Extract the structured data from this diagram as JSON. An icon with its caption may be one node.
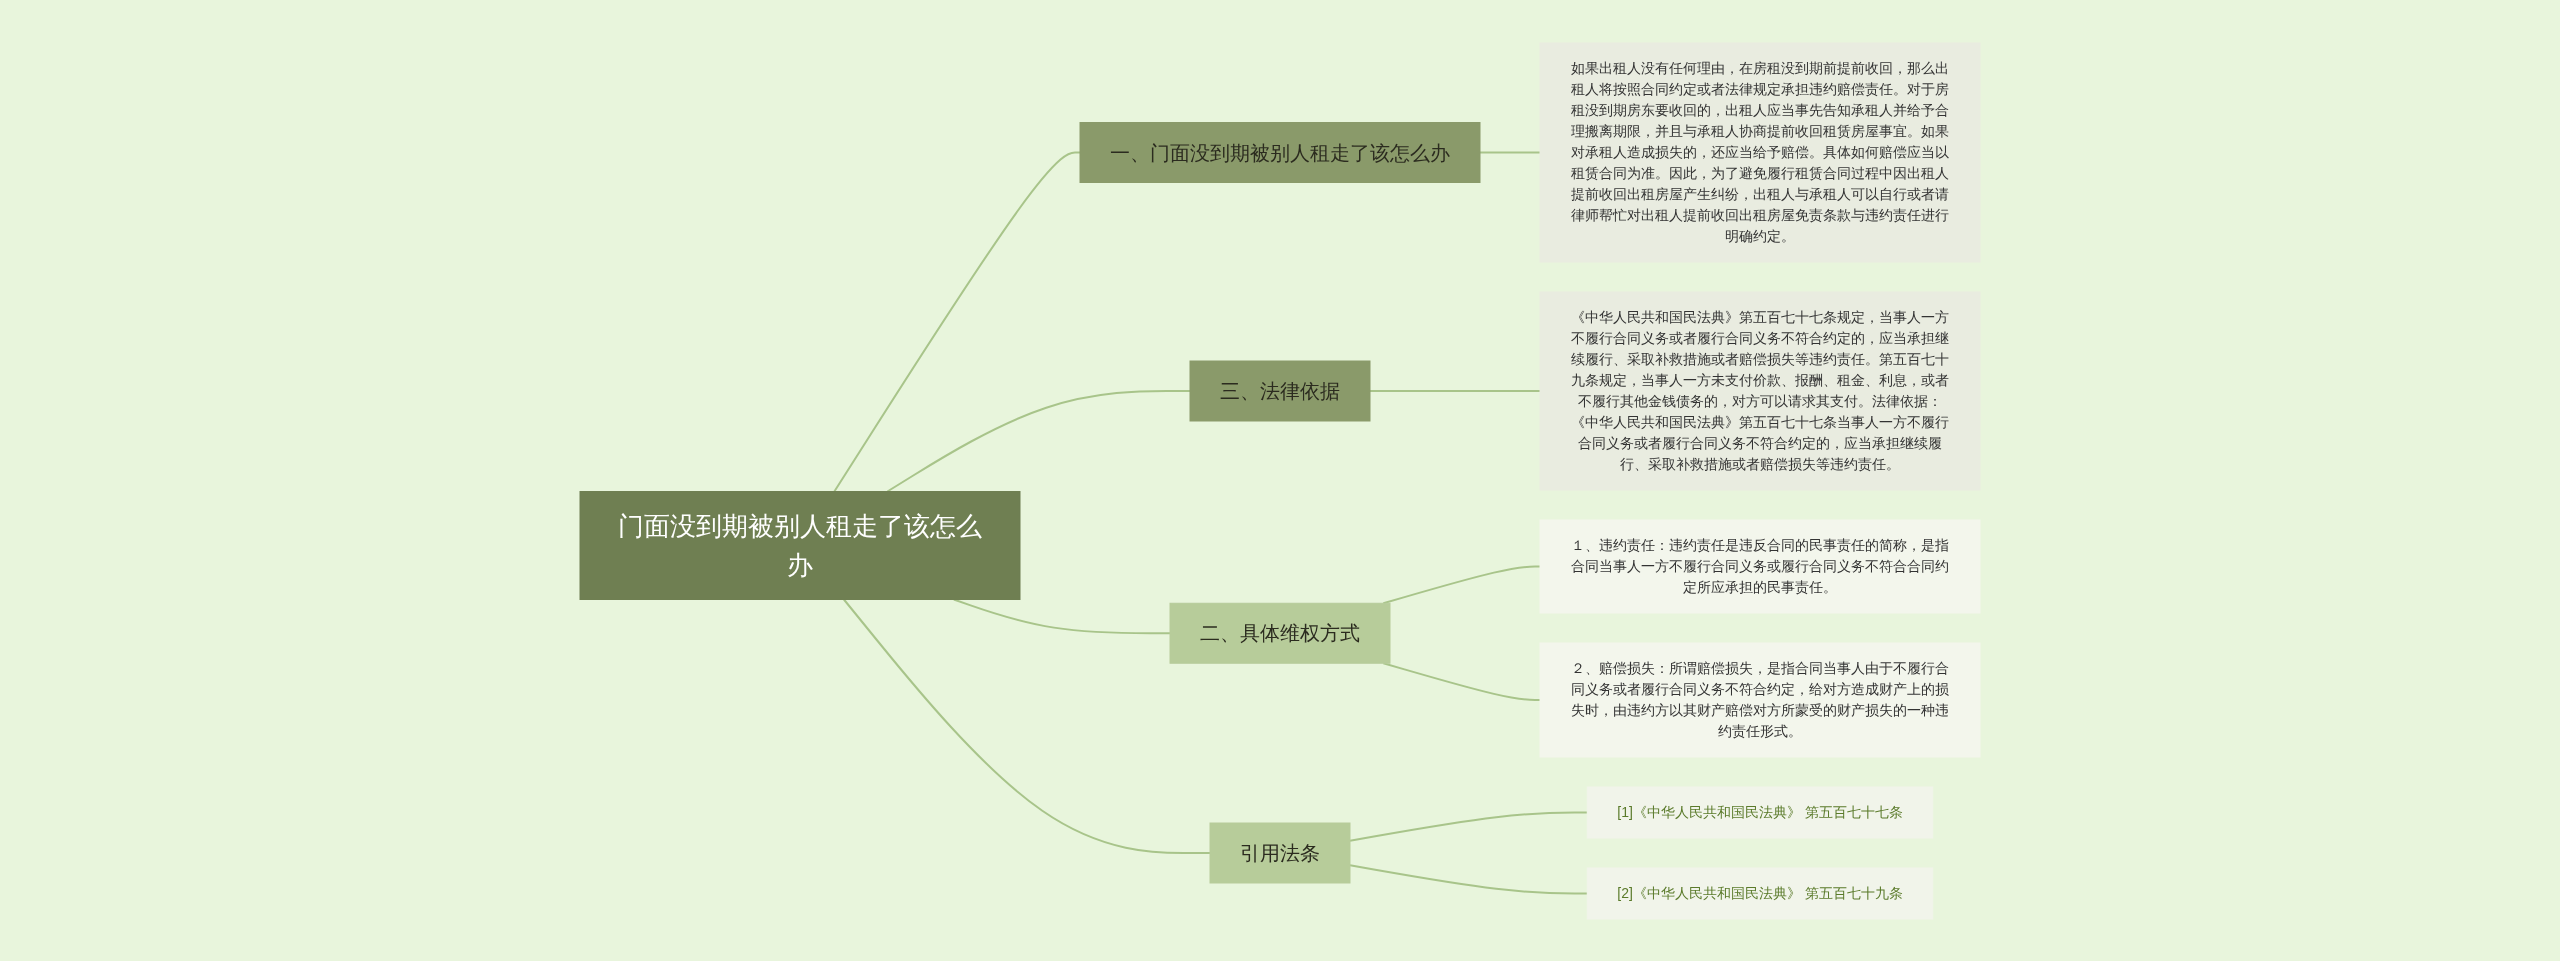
{
  "diagram": {
    "nodes": [
      {
        "text": [
          "门面没到期被别人租走了该怎么办"
        ]
      },
      {
        "text": [
          "一、门面没到期被别人租走了该怎么办"
        ]
      },
      {
        "text": [
          "如果出租人没有任何理由，在房租没到期前提前收回，那么出租人将按照合同约定或者法律规定承担违约赔偿责任。对于房租没到期房东要收回的，出租人应当事先告知承租人并给予合理搬离期限，并且与承租人协商提前收回租赁房屋事宜。如果对承租人造成损失的，还应当给予赔偿。具体如何赔偿应当以租赁合同为准。因此，为了避免履行租赁合同过程中因出租人提前收回出租房屋产生纠纷，出租人与承租人可以自行或者请律师帮忙对出租人提前收回出租房屋免责条款与违约责任进行明确约定。"
        ]
      },
      {
        "text": [
          "三、法律依据"
        ]
      },
      {
        "text": [
          "《中华人民共和国民法典》第五百七十七条规定，当事人一方不履行合同义务或者履行合同义务不符合约定的，应当承担继续履行、采取补救措施或者赔偿损失等违约责任。第五百七十九条规定，当事人一方未支付价款、报酬、租金、利息，或者不履行其他金钱债务的，对方可以请求其支付。法律依据：《中华人民共和国民法典》第五百七十七条当事人一方不履行合同义务或者履行合同义务不符合约定的，应当承担继续履行、采取补救措施或者赔偿损失等违约责任。"
        ]
      },
      {
        "text": [
          "二、具体维权方式"
        ]
      },
      {
        "text": [
          "１、违约责任：违约责任是违反合同的民事责任的简称，是指合同当事人一方不履行合同义务或履行合同义务不符合合同约定所应承担的民事责任。"
        ]
      },
      {
        "text": [
          "２、赔偿损失：所谓赔偿损失，是指合同当事人由于不履行合同义务或者履行合同义务不符合约定，给对方造成财产上的损失时，由违约方以其财产赔偿对方所蒙受的财产损失的一种违约责任形式。"
        ]
      },
      {
        "text": [
          "引用法条"
        ]
      },
      {
        "text": [
          "[1]《中华人民共和国民法典》 第五百七十七条"
        ]
      },
      {
        "text": [
          "[2]《中华人民共和国民法典》 第五百七十九条"
        ]
      }
    ],
    "edges": [
      {
        "from": 0,
        "to": 1,
        "arrow": "none"
      },
      {
        "from": 1,
        "to": 2,
        "arrow": "none"
      },
      {
        "from": 0,
        "to": 3,
        "arrow": "none"
      },
      {
        "from": 3,
        "to": 4,
        "arrow": "none"
      },
      {
        "from": 0,
        "to": 5,
        "arrow": "none"
      },
      {
        "from": 5,
        "to": 6,
        "arrow": "none"
      },
      {
        "from": 5,
        "to": 7,
        "arrow": "none"
      },
      {
        "from": 0,
        "to": 8,
        "arrow": "none"
      },
      {
        "from": 8,
        "to": 9,
        "arrow": "none"
      },
      {
        "from": 8,
        "to": 10,
        "arrow": "none"
      }
    ]
  }
}
